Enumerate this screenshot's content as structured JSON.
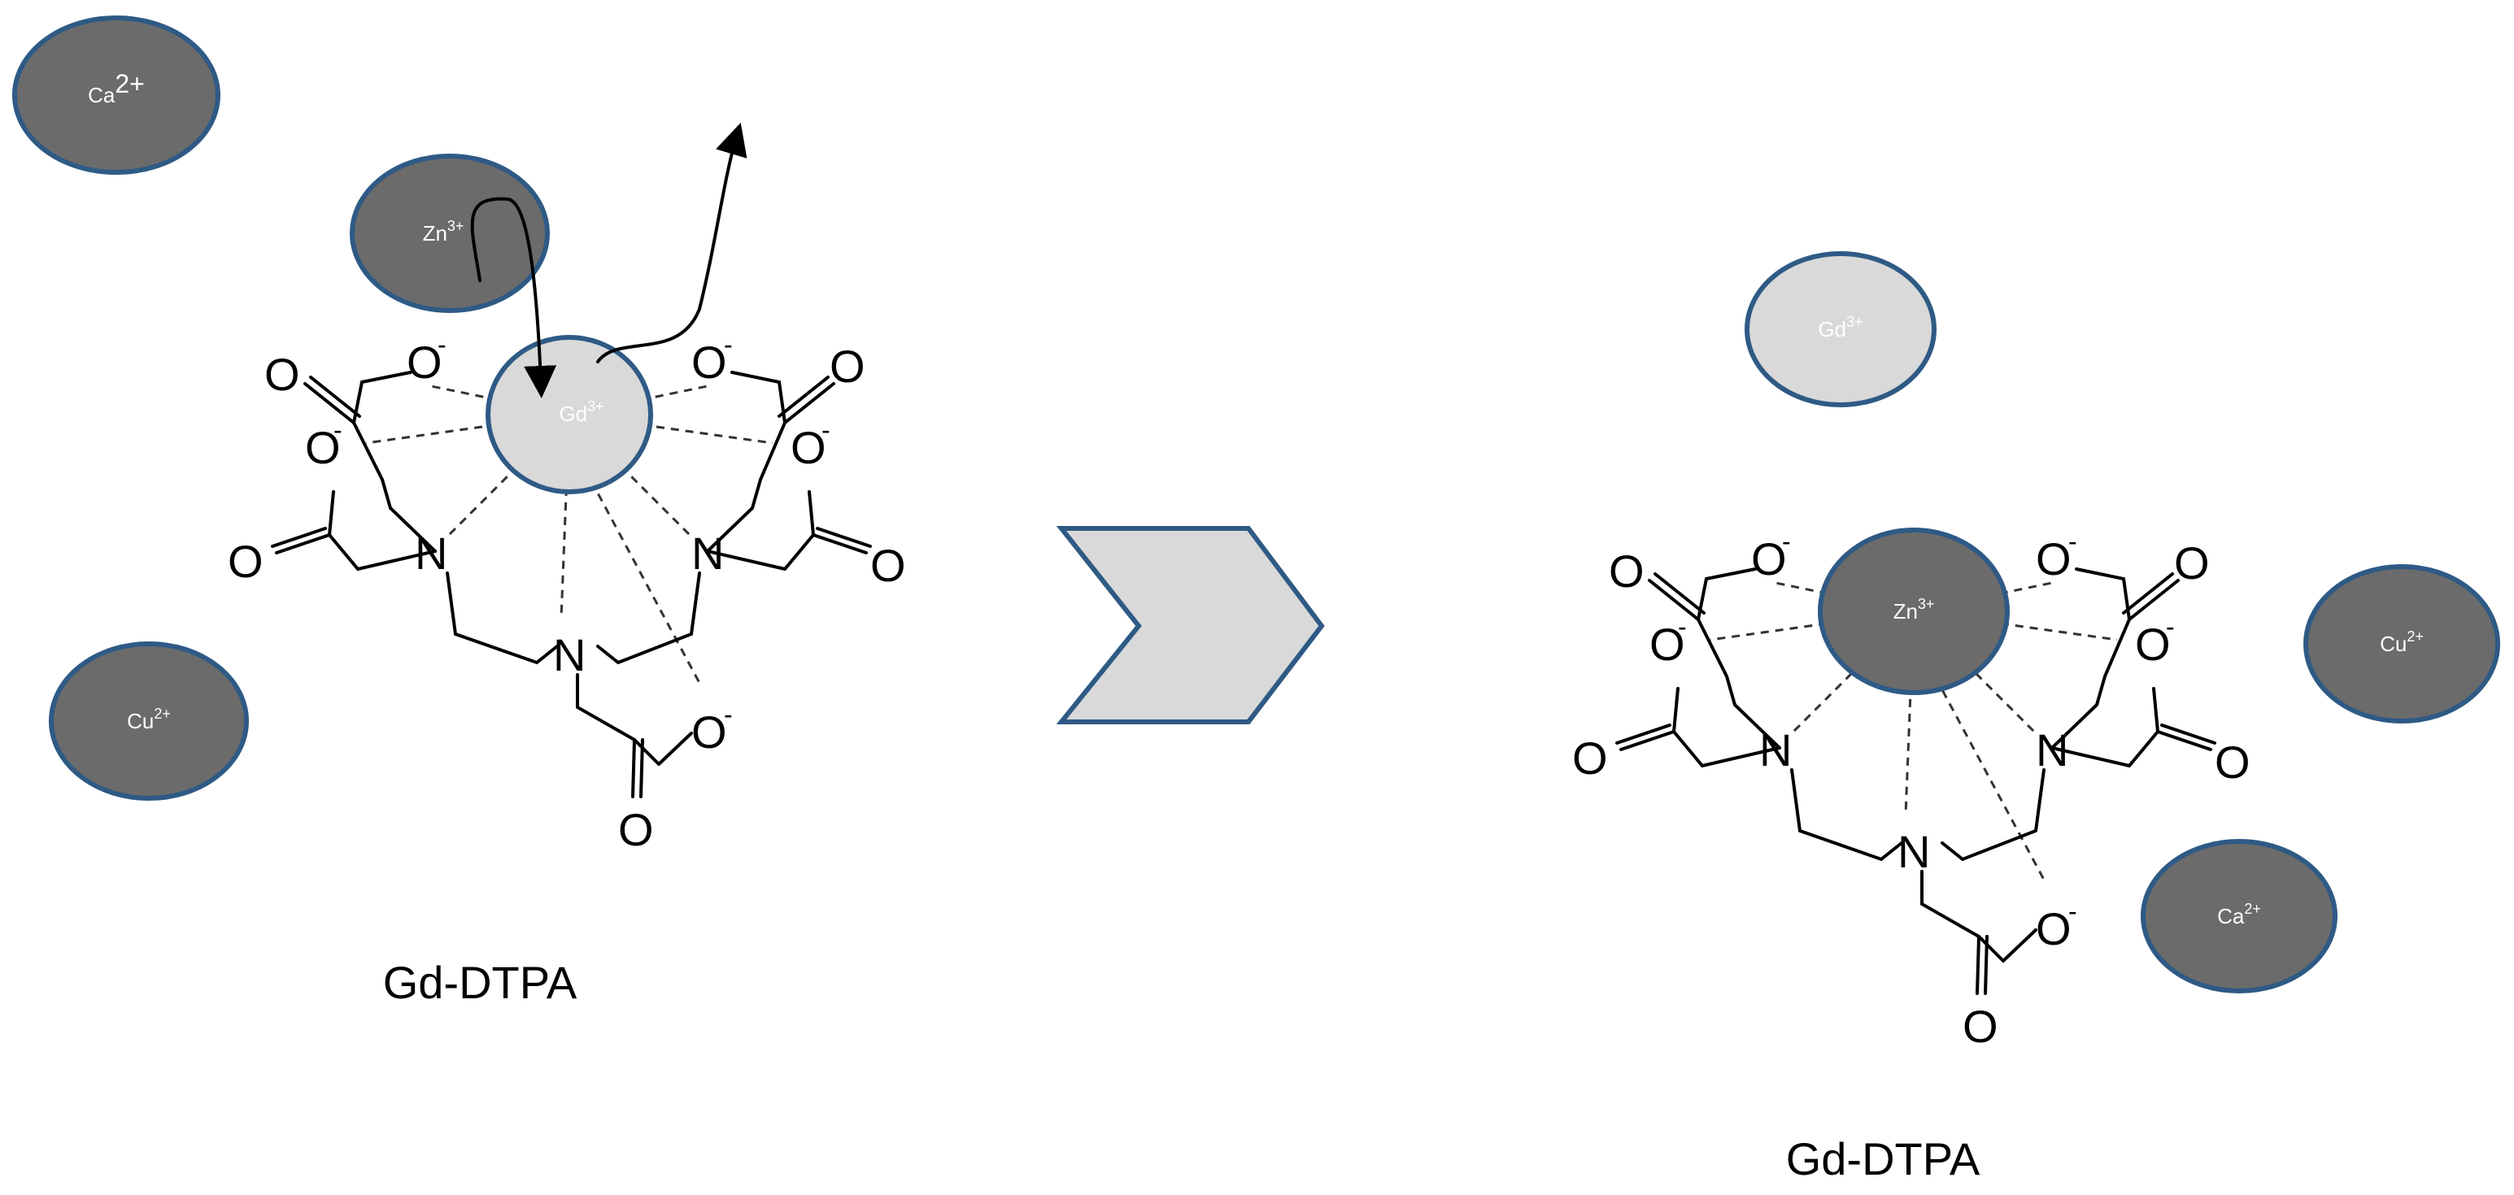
{
  "left_complex": {
    "title": "Gd-DTPA",
    "center_ion": "Gd",
    "center_charge": "3+"
  },
  "right_complex": {
    "title": "Gd-DTPA",
    "center_ion": "Zn",
    "center_charge": "3+"
  },
  "free_ions": {
    "left_ca": {
      "symbol": "Ca",
      "charge": "2+"
    },
    "left_zn": {
      "symbol": "Zn",
      "charge": "3+"
    },
    "left_cu": {
      "symbol": "Cu",
      "charge": "2+"
    },
    "right_gd": {
      "symbol": "Gd",
      "charge": "3+"
    },
    "right_cu": {
      "symbol": "Cu",
      "charge": "2+"
    },
    "right_ca": {
      "symbol": "Ca",
      "charge": "2+"
    }
  },
  "atoms": {
    "oxygen": "O",
    "nitrogen": "N",
    "minus": "-"
  },
  "colors": {
    "dark_ion": "#6b6b6b",
    "light_ion": "#d9d9d9",
    "ion_outline": "#2e5a85",
    "arrow_fill": "#d9d9d9"
  }
}
